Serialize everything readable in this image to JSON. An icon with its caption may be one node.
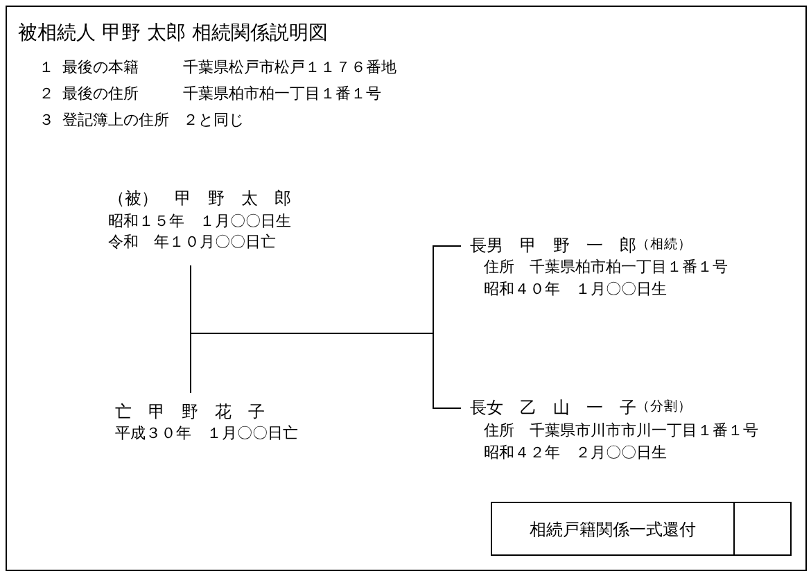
{
  "diagram": {
    "title": "被相続人 甲野 太郎 相続関係説明図",
    "nodes": [
      {
        "text": [
          "（被）　甲　野　太　郎",
          "昭和１５年　１月〇〇日生",
          "令和　年１０月〇〇日亡"
        ]
      },
      {
        "text": [
          "亡　甲　野　花　子",
          "平成３０年　１月〇〇日亡"
        ]
      },
      {
        "text": [
          "長男　甲　野　一　郎",
          "（相続）",
          "住所　千葉県柏市柏一丁目１番１号",
          "昭和４０年　１月〇〇日生"
        ]
      },
      {
        "text": [
          "長女　乙　山　一　子",
          "（分割）",
          "住所　千葉県市川市市川一丁目１番１号",
          "昭和４２年　２月〇〇日生"
        ]
      },
      {
        "text": [
          "相続戸籍関係一式還付"
        ]
      }
    ],
    "edges": [
      {
        "from": 0,
        "to": 1,
        "arrow": "none"
      },
      {
        "from": 0,
        "to": 2,
        "arrow": "none"
      },
      {
        "from": 0,
        "to": 3,
        "arrow": "none"
      },
      {
        "from": 1,
        "to": 2,
        "arrow": "none"
      },
      {
        "from": 1,
        "to": 3,
        "arrow": "none"
      }
    ],
    "labels": [
      "１",
      "最後の本籍",
      "千葉県松戸市松戸１１７６番地",
      "２",
      "最後の住所",
      "千葉県柏市柏一丁目１番１号",
      "３",
      "登記簿上の住所",
      "２と同じ"
    ]
  }
}
